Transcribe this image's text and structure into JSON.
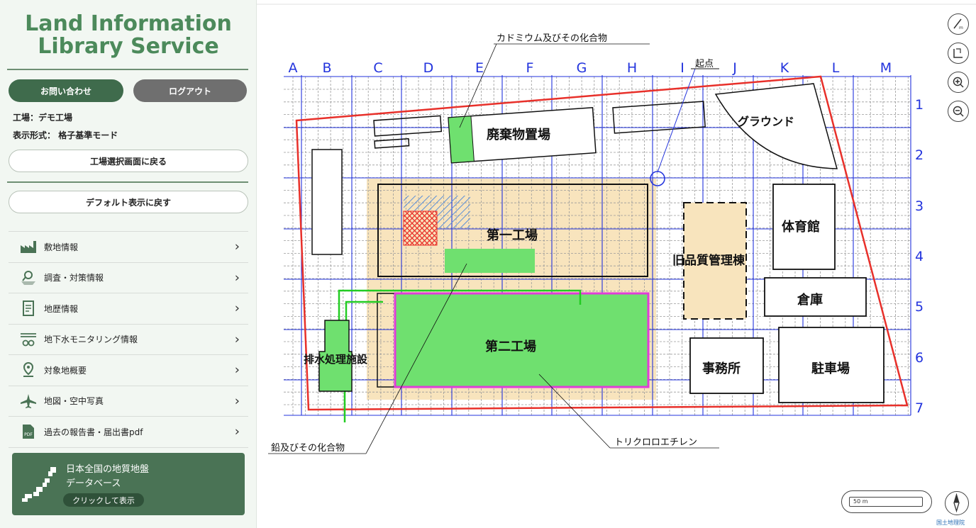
{
  "sidebar": {
    "brand_line1": "Land Information",
    "brand_line2": "Library Service",
    "contact_label": "お問い合わせ",
    "logout_label": "ログアウト",
    "factory_label": "工場：デモ工場",
    "display_label": "表示形式：",
    "display_value": "格子基準モード",
    "back_button": "工場選択画面に戻る",
    "default_button": "デフォルト表示に戻す",
    "menu": [
      {
        "label": "敷地情報",
        "icon": "factory-icon"
      },
      {
        "label": "調査・対策情報",
        "icon": "investigation-icon"
      },
      {
        "label": "地歴情報",
        "icon": "document-icon"
      },
      {
        "label": "地下水モニタリング情報",
        "icon": "groundwater-icon"
      },
      {
        "label": "対象地概要",
        "icon": "map-pin-icon"
      },
      {
        "label": "地図・空中写真",
        "icon": "airplane-icon"
      },
      {
        "label": "過去の報告書・届出書pdf",
        "icon": "pdf-icon"
      }
    ],
    "banner": {
      "line1": "日本全国の地質地盤",
      "line2": "データベース",
      "button": "クリックして表示"
    }
  },
  "map": {
    "columns": [
      "A",
      "B",
      "C",
      "D",
      "E",
      "F",
      "G",
      "H",
      "I",
      "J",
      "K",
      "L",
      "M"
    ],
    "rows": [
      "1",
      "2",
      "3",
      "4",
      "5",
      "6",
      "7"
    ],
    "buildings": {
      "waste": "廃棄物置場",
      "ground": "グラウンド",
      "factory1": "第一工場",
      "old_quality": "旧品質管理棟",
      "gym": "体育館",
      "warehouse": "倉庫",
      "factory2": "第二工場",
      "wastewater": "排水処理施設",
      "office": "事務所",
      "parking": "駐車場"
    },
    "annotations": {
      "cadmium": "カドミウム及びその化合物",
      "origin": "起点",
      "lead": "鉛及びその化合物",
      "tce": "トリクロロエチレン"
    },
    "scale_text": "50 m",
    "attribution": "国土地理院",
    "colors": {
      "grid_major": "#2233dd",
      "boundary": "#e8302a",
      "contaminated_green": "#6fe06f",
      "highlight_beige": "#f8e4bd",
      "magenta": "#e03cd8",
      "lead_red": "#e8302a",
      "hatch_blue": "#5a8fd8"
    }
  },
  "tools": {
    "ruler": "ruler-icon",
    "area": "area-measure-icon",
    "zoom_in": "zoom-in-icon",
    "zoom_out": "zoom-out-icon",
    "compass": "compass-icon"
  }
}
